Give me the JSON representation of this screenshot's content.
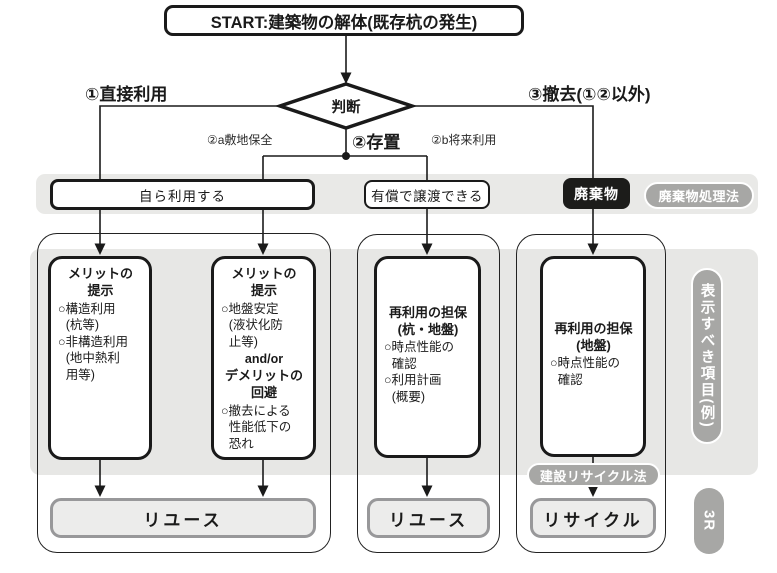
{
  "start": {
    "label": "START:建築物の解体(既存杭の発生)"
  },
  "decision": {
    "label": "判断"
  },
  "branches": {
    "direct_use": "①直接利用",
    "leave_in_place": "②存置",
    "site_preservation": "②a敷地保全",
    "future_use": "②b将来利用",
    "removal": "③撤去(①②以外)"
  },
  "band": {
    "self_use": "自ら利用する",
    "paid_transfer": "有償で譲渡できる",
    "waste": "廃棄物",
    "waste_law": "廃棄物処理法"
  },
  "boxes": [
    {
      "header": [
        "メリットの",
        "提示"
      ],
      "items": [
        "○構造利用",
        "(杭等)",
        "○非構造利用",
        "(地中熱利",
        "用等)"
      ]
    },
    {
      "header": [
        "メリットの",
        "提示"
      ],
      "items": [
        "○地盤安定",
        "(液状化防",
        "止等)"
      ],
      "mid": "and/or",
      "header2": [
        "デメリットの",
        "回避"
      ],
      "items2": [
        "○撤去による",
        "性能低下の",
        "恐れ"
      ]
    },
    {
      "header": [
        "再利用の担保",
        "(杭・地盤)"
      ],
      "items": [
        "○時点性能の",
        "確認",
        "○利用計画",
        "(概要)"
      ]
    },
    {
      "header": [
        "再利用の担保",
        "(地盤)"
      ],
      "items": [
        "○時点性能の",
        "確認"
      ]
    }
  ],
  "outputs": {
    "reuse1": "リユース",
    "reuse2": "リユース",
    "recycle": "リサイクル"
  },
  "pills": {
    "construction_recycle_law": "建設リサイクル法",
    "display_items": "表示すべき項目(例)",
    "three_r": "3R"
  },
  "colors": {
    "line_black": "#1a1a1a",
    "panel_gray": "#e8e8e6",
    "pill_gray": "#a7a7a5",
    "result_border_gray": "#98989a",
    "result_fill": "#ececeb",
    "waste_black": "#1c1c1a"
  }
}
